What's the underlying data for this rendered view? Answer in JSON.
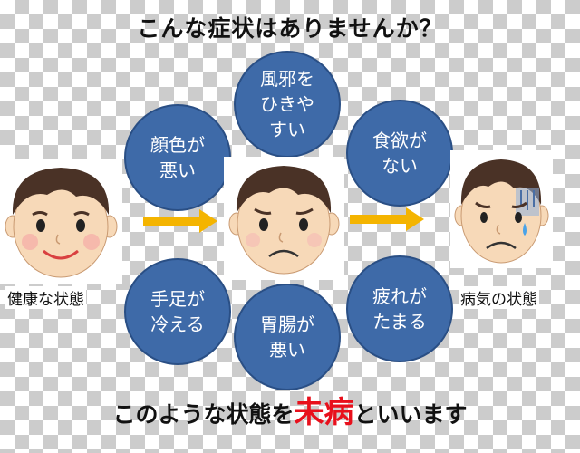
{
  "title": "こんな症状はありませんか？",
  "symptoms": [
    {
      "id": "cold",
      "label": "風邪を\nひきや\nすい"
    },
    {
      "id": "face-color",
      "label": "顔色が\n悪い"
    },
    {
      "id": "appetite",
      "label": "食欲が\nない"
    },
    {
      "id": "cold-limbs",
      "label": "手足が\n冷える"
    },
    {
      "id": "fatigue",
      "label": "疲れが\nたまる"
    },
    {
      "id": "stomach",
      "label": "胃腸が\n悪い"
    }
  ],
  "states": {
    "healthy": "健康な状態",
    "sick": "病気の状態"
  },
  "conclusion": {
    "before": "このような状態を",
    "emphasis": "未病",
    "after": "といいます"
  },
  "colors": {
    "bubble": "#3e6aa8",
    "arrow": "#f4b400",
    "emphasis": "#e8101c"
  }
}
